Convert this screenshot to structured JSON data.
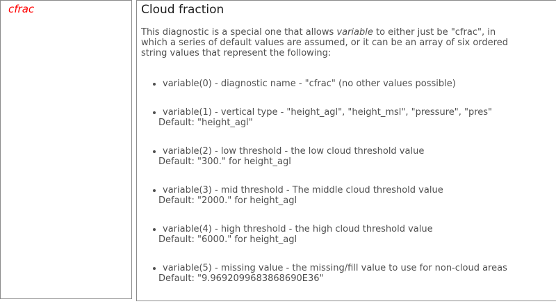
{
  "left_column": {
    "term": "cfrac"
  },
  "content": {
    "heading": "Cloud fraction",
    "intro": {
      "line1_pre": "This diagnostic is a special one that allows ",
      "line1_em": "variable",
      "line1_post": " to either just be \"cfrac\", in",
      "line2": "which a series of default values are assumed, or it can be an array of six ordered",
      "line3": "string values that represent the following:"
    },
    "bullets": [
      {
        "main": "variable(0) - diagnostic name - \"cfrac\" (no other values possible)",
        "default_line": ""
      },
      {
        "main": "variable(1) - vertical type - \"height_agl\", \"height_msl\", \"pressure\", \"pres\"",
        "default_line": "Default: \"height_agl\""
      },
      {
        "main": "variable(2) - low threshold - the low cloud threshold value",
        "default_line": "Default: \"300.\" for height_agl"
      },
      {
        "main": "variable(3) - mid threshold - The middle cloud threshold value",
        "default_line": "Default: \"2000.\" for height_agl"
      },
      {
        "main": "variable(4) - high threshold - the high cloud threshold value",
        "default_line": "Default: \"6000.\" for height_agl"
      },
      {
        "main": "variable(5) - missing value - the missing/fill value to use for non-cloud areas",
        "default_line": "Default: \"9.9692099683868690E36\""
      }
    ]
  },
  "colors": {
    "term_red": "#ff0000",
    "heading_text": "#1e1e1e",
    "body_text": "#4f4f4f",
    "cell_border": "#8a8a8a"
  }
}
